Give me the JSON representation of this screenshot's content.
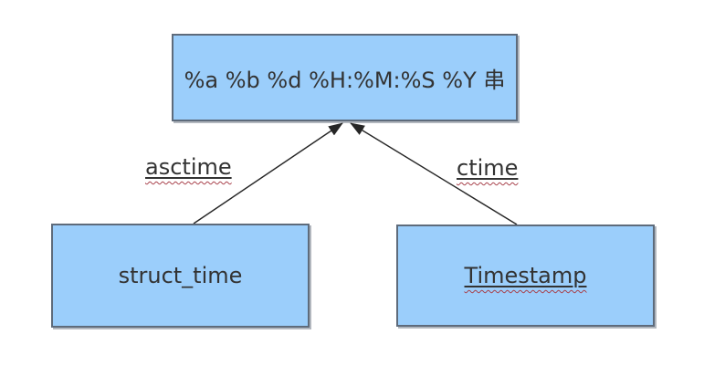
{
  "diagram": {
    "title_node": {
      "label": "%a %b %d %H:%M:%S %Y 串"
    },
    "nodes": [
      {
        "id": "format-string",
        "label": "%a %b %d %H:%M:%S %Y 串",
        "underlined": false,
        "spellcheck_squiggle": false
      },
      {
        "id": "struct-time",
        "label": "struct_time",
        "underlined": false,
        "spellcheck_squiggle": false
      },
      {
        "id": "timestamp",
        "label": "Timestamp",
        "underlined": true,
        "spellcheck_squiggle": true
      }
    ],
    "edges": [
      {
        "label": "asctime",
        "from": "struct-time",
        "to": "format-string",
        "underlined": true,
        "spellcheck_squiggle": true
      },
      {
        "label": "ctime",
        "from": "timestamp",
        "to": "format-string",
        "underlined": true,
        "spellcheck_squiggle": true
      }
    ],
    "colors": {
      "node_fill": "#9BCEFB",
      "node_border": "#5E6B7B",
      "text": "#333333",
      "squiggle": "#A8414B",
      "arrow": "#262626",
      "background": "#FFFFFF"
    }
  }
}
